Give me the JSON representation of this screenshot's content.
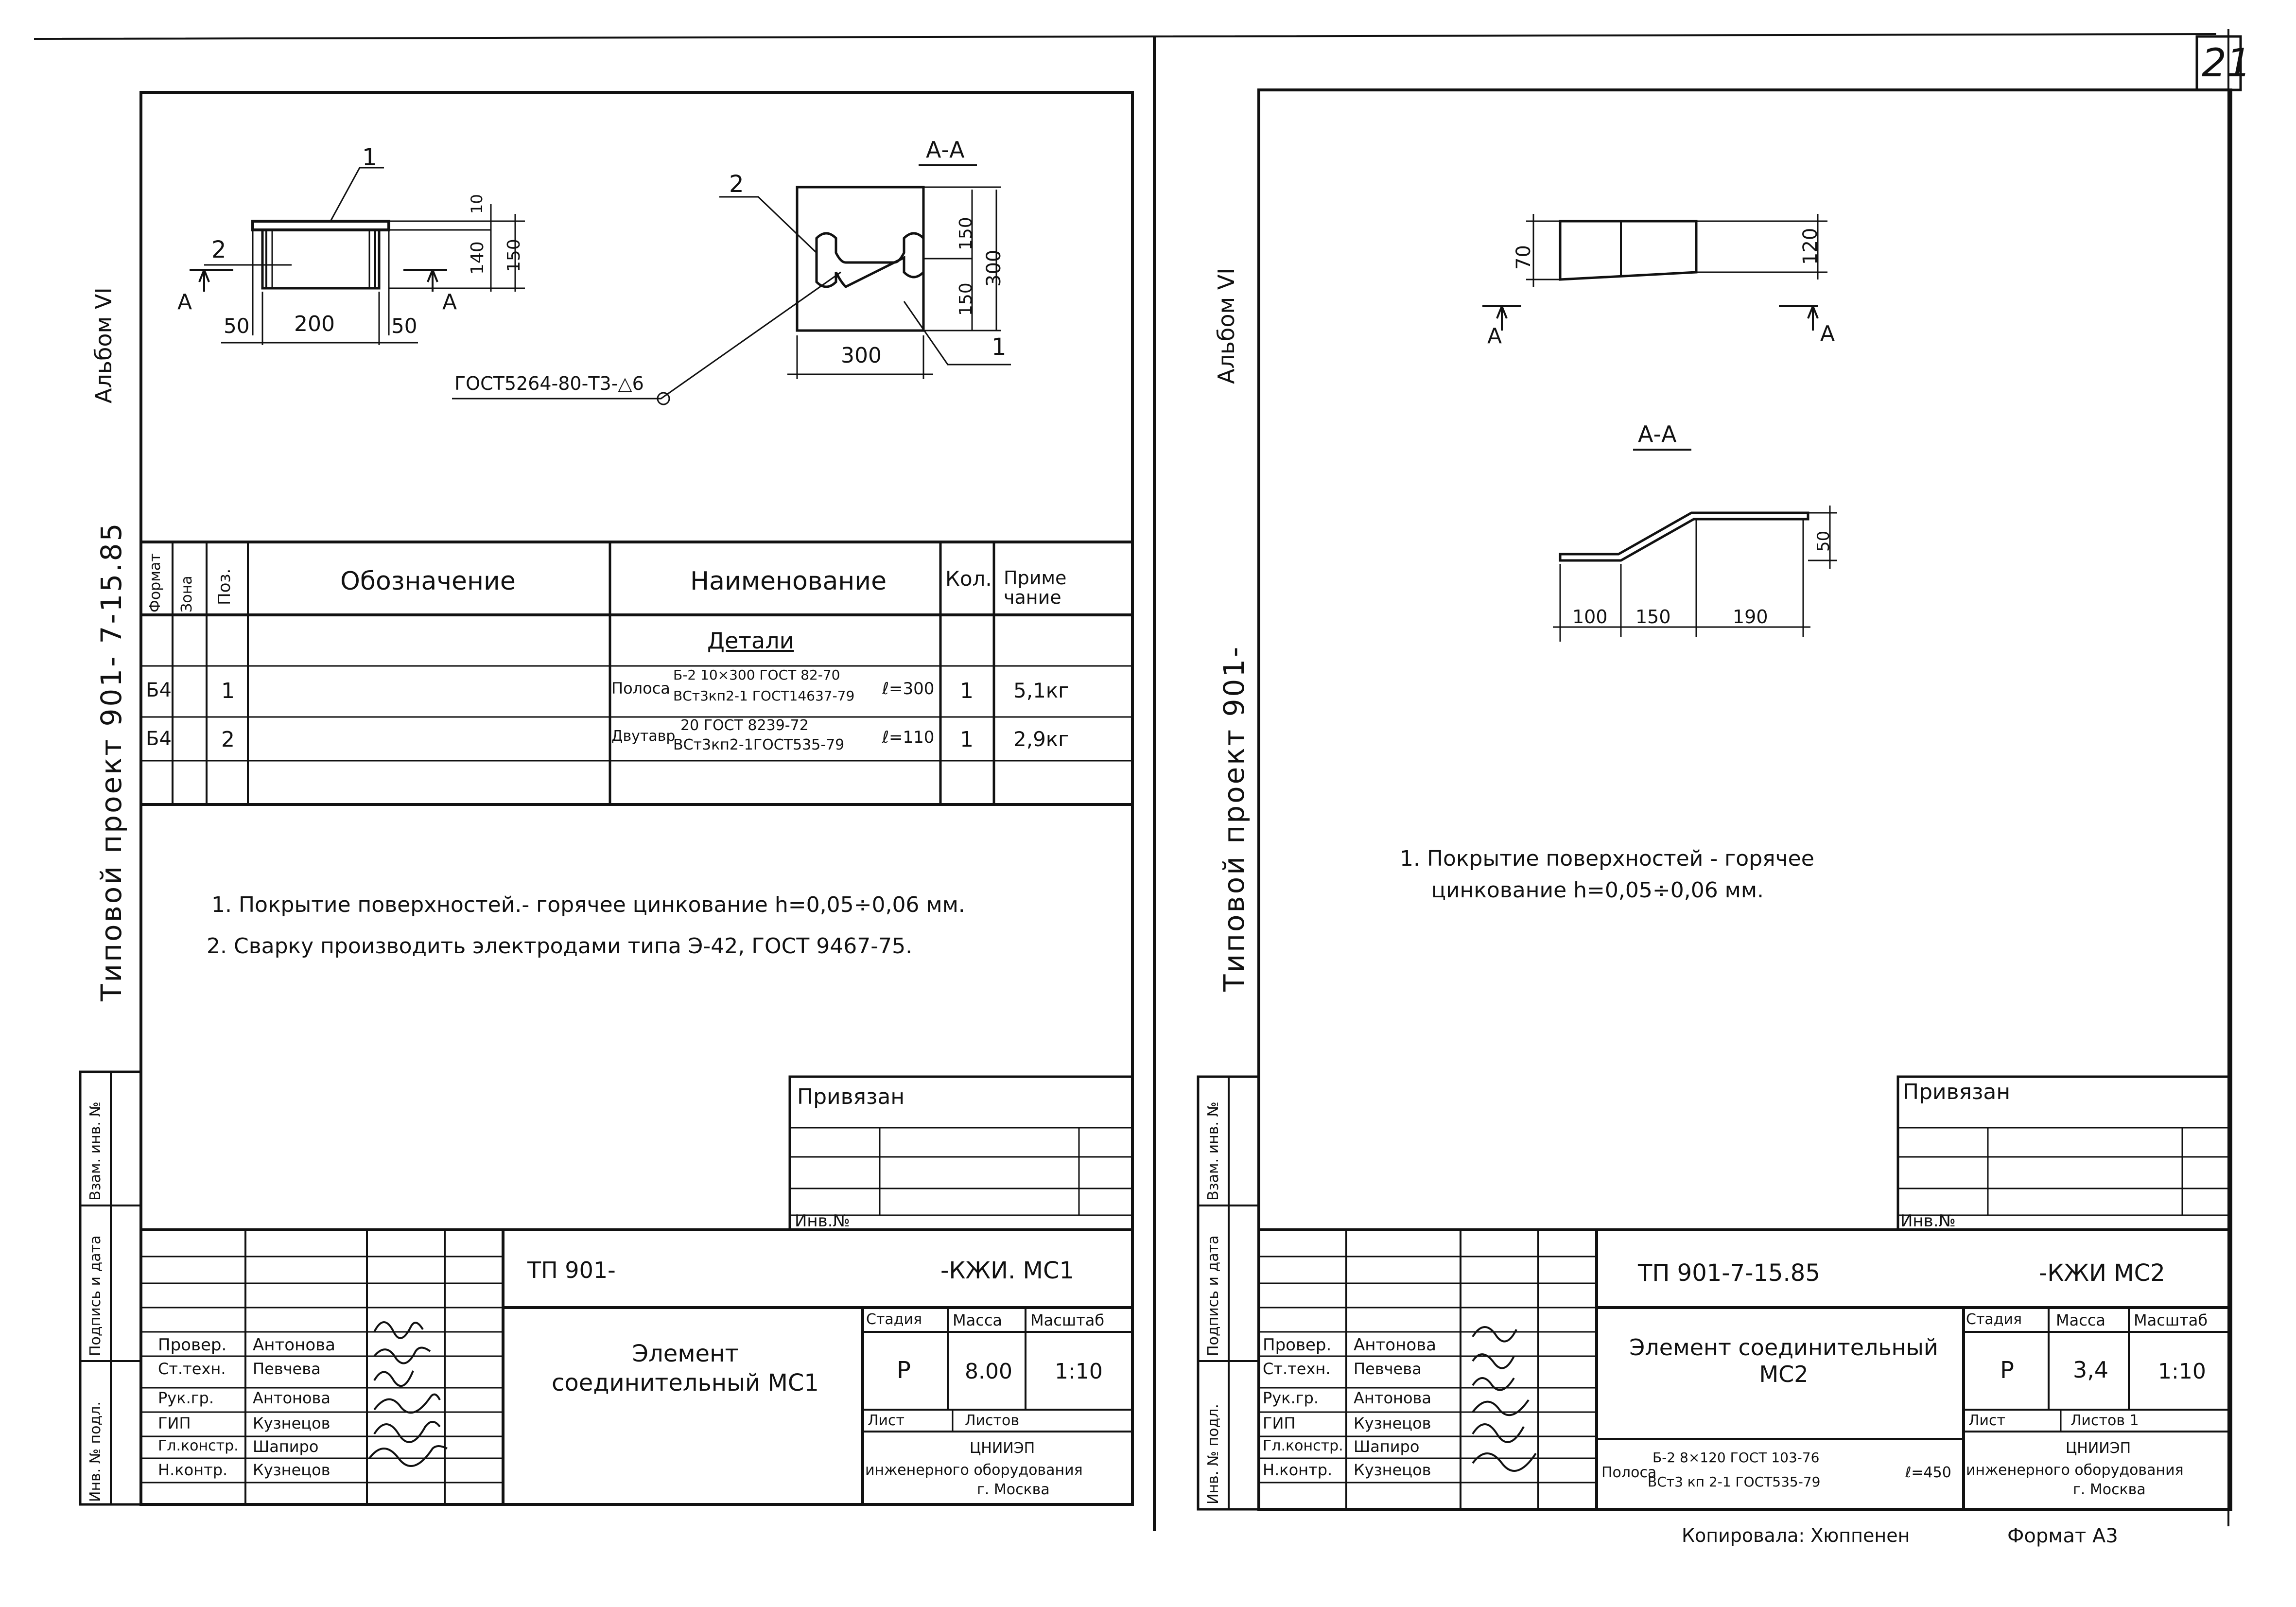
{
  "page_number": "21",
  "left": {
    "album": "Альбом VI",
    "project": "Типовой проект 901- 7-15.85",
    "stamp_side": [
      "Инв. № подл.",
      "Подпись и дата",
      "Взам. инв. №"
    ],
    "drawing": {
      "pos1": "1",
      "pos2": "2",
      "section": "А-А",
      "sect_mark": "А",
      "dims": [
        "50",
        "200",
        "50",
        "10",
        "140",
        "150",
        "150",
        "150",
        "300",
        "300"
      ],
      "weld_note": "ГОСТ5264-80-Т3-△6",
      "sect_pos1": "1",
      "sect_pos2": "2"
    },
    "spec": {
      "headers": [
        "Формат",
        "Зона",
        "Поз.",
        "Обозначение",
        "Наименование",
        "Кол.",
        "Приме чание"
      ],
      "group": "Детали",
      "rows": [
        {
          "format": "Б4",
          "pos": "1",
          "name_prefix": "Полоса",
          "name_top": "Б-2 10×300 ГОСТ 82-70",
          "name_bottom": "ВСт3кп2-1 ГОСТ14637-79",
          "length": "ℓ=300",
          "qty": "1",
          "note": "5,1кг"
        },
        {
          "format": "Б4",
          "pos": "2",
          "name_prefix": "Двутавр",
          "name_top": "20 ГОСТ 8239-72",
          "name_bottom": "ВСт3кп2-1ГОСТ535-79",
          "length": "ℓ=110",
          "qty": "1",
          "note": "2,9кг"
        }
      ]
    },
    "notes": [
      "1. Покрытие поверхностей.- горячее цинкование h=0,05÷0,06 мм.",
      "2. Сварку производить электродами типа Э-42, ГОСТ 9467-75."
    ],
    "privyazan": "Привязан",
    "inv_no": "Инв.№",
    "title_block": {
      "code_left": "ТП 901-",
      "code_right": "-КЖИ. МС1",
      "title": "Элемент соединительный МС1",
      "col_headers": [
        "Стадия",
        "Масса",
        "Масштаб"
      ],
      "stage": "Р",
      "mass": "8.00",
      "scale": "1:10",
      "sheet": "Лист",
      "sheets": "Листов",
      "org": [
        "ЦНИИЭП",
        "инженерного оборудования",
        "г. Москва"
      ],
      "people": [
        {
          "role": "Провер.",
          "name": "Антонова"
        },
        {
          "role": "Ст.техн.",
          "name": "Певчева"
        },
        {
          "role": "Рук.гр.",
          "name": "Антонова"
        },
        {
          "role": "ГИП",
          "name": "Кузнецов"
        },
        {
          "role": "Гл.констр.",
          "name": "Шапиро"
        },
        {
          "role": "Н.контр.",
          "name": "Кузнецов"
        }
      ]
    }
  },
  "right": {
    "album": "Альбом VI",
    "project": "Типовой проект 901-",
    "stamp_side": [
      "Инв. № подл.",
      "Подпись и дата",
      "Взам. инв. №"
    ],
    "drawing": {
      "dims_top": [
        "70",
        "120"
      ],
      "sect_mark": "А",
      "section": "А-А",
      "dims_section": [
        "100",
        "150",
        "190",
        "50"
      ]
    },
    "notes": [
      "1. Покрытие поверхностей - горячее",
      "цинкование h=0,05÷0,06 мм."
    ],
    "privyazan": "Привязан",
    "inv_no": "Инв.№",
    "title_block": {
      "code_left": "ТП 901-7-15.85",
      "code_right": "-КЖИ МС2",
      "title": "Элемент соединительный МС2",
      "col_headers": [
        "Стадия",
        "Масса",
        "Масштаб"
      ],
      "stage": "Р",
      "mass": "3,4",
      "scale": "1:10",
      "sheet": "Лист",
      "sheets": "Листов 1",
      "org": [
        "ЦНИИЭП",
        "инженерного оборудования",
        "г. Москва"
      ],
      "polosa_prefix": "Полоса",
      "polosa_top": "Б-2 8×120 ГОСТ 103-76",
      "polosa_bottom": "ВСт3 кп 2-1 ГОСТ535-79",
      "polosa_len": "ℓ=450",
      "people": [
        {
          "role": "Провер.",
          "name": "Антонова"
        },
        {
          "role": "Ст.техн.",
          "name": "Певчева"
        },
        {
          "role": "Рук.гр.",
          "name": "Антонова"
        },
        {
          "role": "ГИП",
          "name": "Кузнецов"
        },
        {
          "role": "Гл.констр.",
          "name": "Шапиро"
        },
        {
          "role": "Н.контр.",
          "name": "Кузнецов"
        }
      ]
    },
    "copied": "Копировала: Хюппенен",
    "format": "Формат А3"
  }
}
